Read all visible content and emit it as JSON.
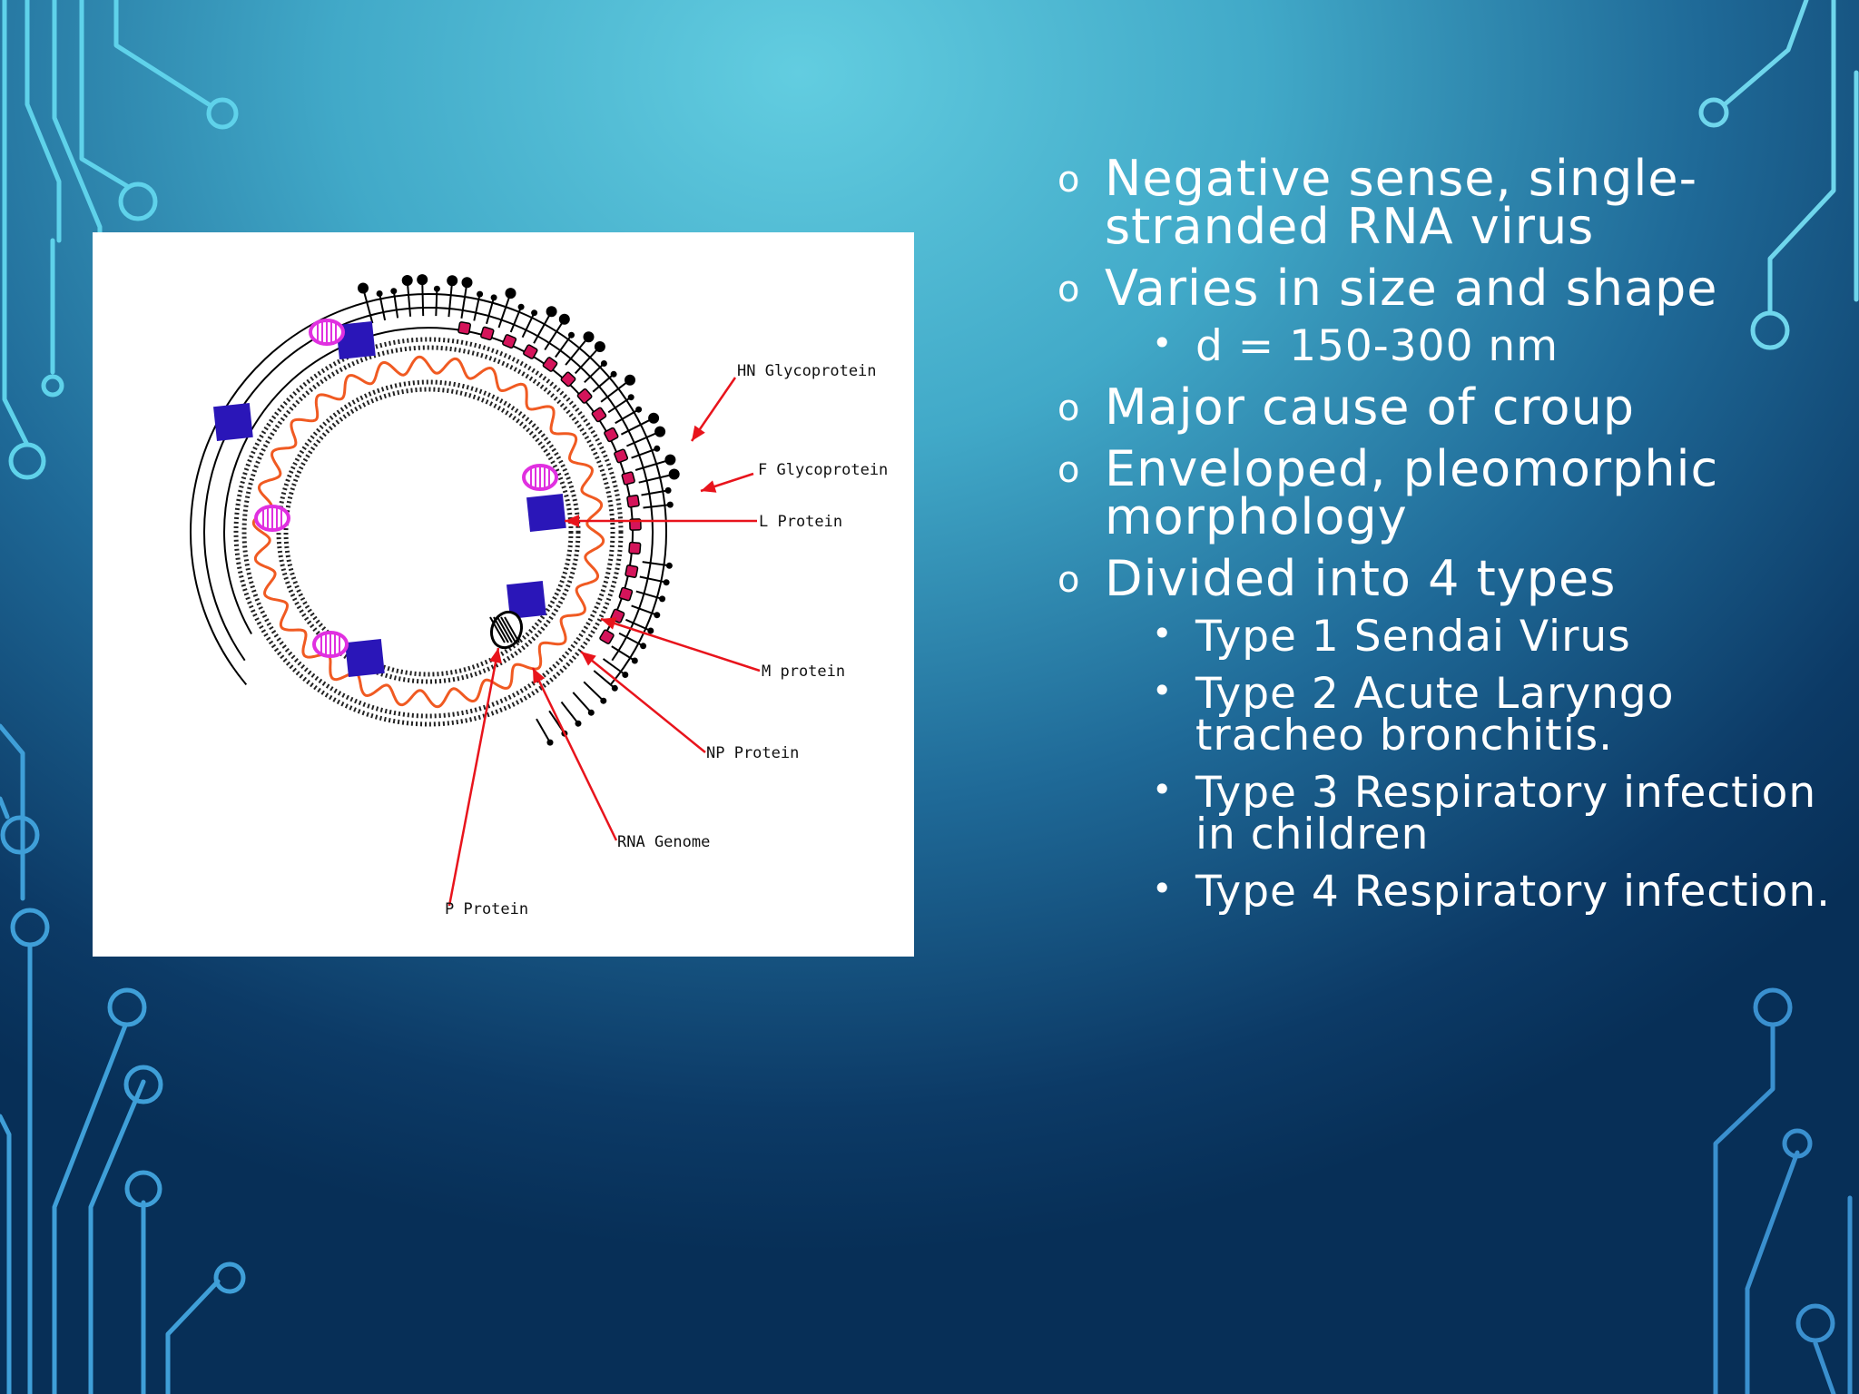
{
  "diagram": {
    "labels": {
      "hn": "HN Glycoprotein",
      "f": "F Glycoprotein",
      "l": "L Protein",
      "m": "M protein",
      "np": "NP Protein",
      "rna": "RNA Genome",
      "p": "P Protein"
    }
  },
  "bullets": [
    {
      "marker": "o",
      "text": "Negative sense, single-stranded RNA virus"
    },
    {
      "marker": "o",
      "text": "Varies in size and shape"
    },
    {
      "marker": "•",
      "text": "d = 150-300 nm"
    },
    {
      "marker": "o",
      "text": "Major cause of croup"
    },
    {
      "marker": "o",
      "text": "Enveloped, pleomorphic morphology"
    },
    {
      "marker": "o",
      "text": "Divided into 4 types"
    },
    {
      "marker": "•",
      "text": "Type 1 Sendai Virus"
    },
    {
      "marker": "•",
      "text": "Type 2 Acute Laryngo tracheo bronchitis."
    },
    {
      "marker": "•",
      "text": "Type 3 Respiratory infection in children"
    },
    {
      "marker": "•",
      "text": "Type 4 Respiratory infection."
    }
  ],
  "colors": {
    "arrow": "#e8141c",
    "rna": "#f05a22",
    "protein_square": "#2a16b8",
    "protein_oval": "#e030e0",
    "m_protein": "#d4145a"
  }
}
